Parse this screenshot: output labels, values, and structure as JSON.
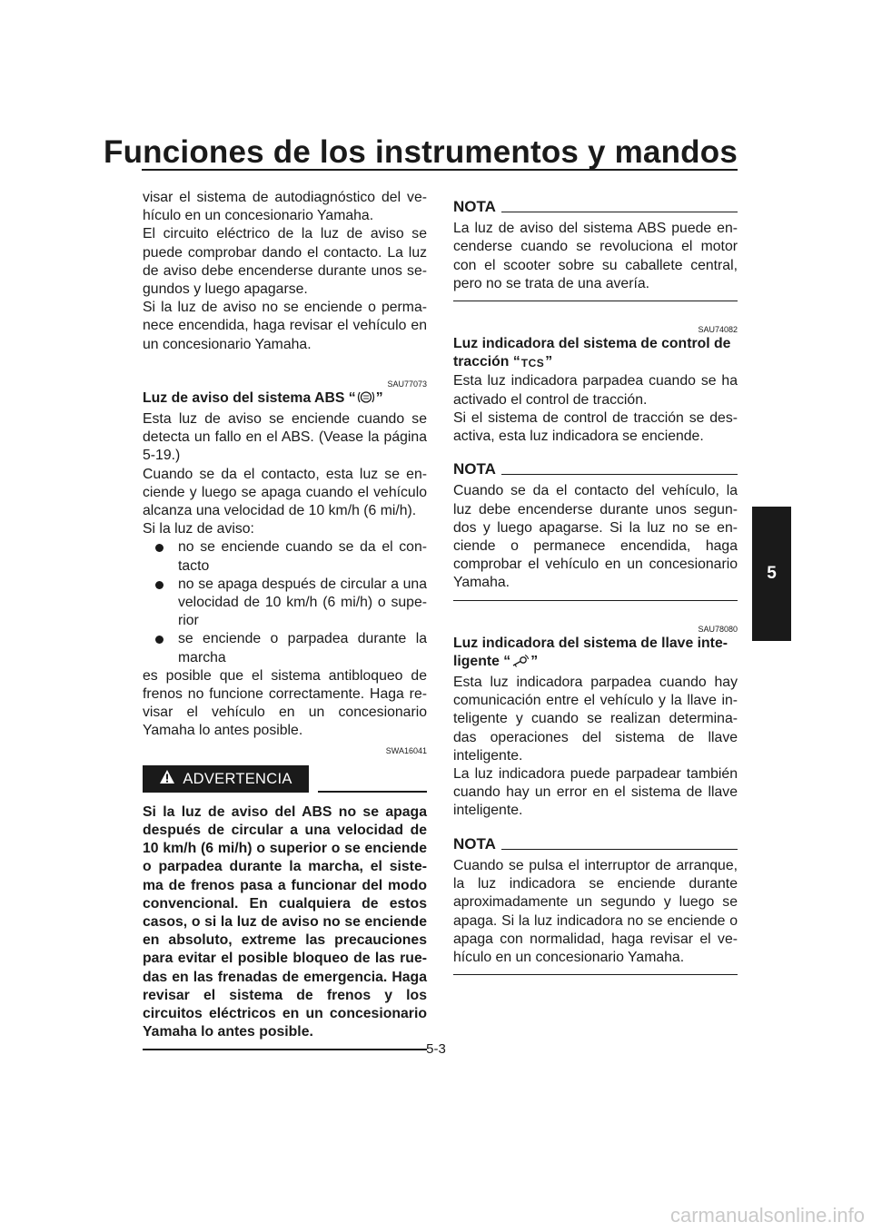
{
  "header": {
    "title": "Funciones de los instrumentos y mandos"
  },
  "chapter_tab": "5",
  "left": {
    "intro_p1": "visar el sistema de autodiagnóstico del ve-hículo en un concesionario Yamaha.",
    "intro_p2": "El circuito eléctrico de la luz de aviso se puede comprobar dando el contacto. La luz de aviso debe encenderse durante unos se-gundos y luego apagarse.",
    "intro_p3": "Si la luz de aviso no se enciende o perma-nece encendida, haga revisar el vehículo en un concesionario Yamaha.",
    "abs_code": "SAU77073",
    "abs_heading_pre": "Luz de aviso del sistema ABS “",
    "abs_heading_post": "”",
    "abs_p1": "Esta luz de aviso se enciende cuando se detecta un fallo en el ABS. (Vease la página 5-19.)",
    "abs_p2": "Cuando se da el contacto, esta luz se en-ciende y luego se apaga cuando el vehículo alcanza una velocidad de 10 km/h (6 mi/h).",
    "abs_p3": "Si la luz de aviso:",
    "abs_bullets": [
      "no se enciende cuando se da el con-tacto",
      "no se apaga después de circular a una velocidad de 10 km/h (6 mi/h) o supe-rior",
      "se enciende o parpadea durante la marcha"
    ],
    "abs_p4": "es posible que el sistema antibloqueo de frenos no funcione correctamente. Haga re-visar el vehículo en un concesionario Yamaha lo antes posible.",
    "warn_code": "SWA16041",
    "warn_label": "ADVERTENCIA",
    "warn_text": "Si la luz de aviso del ABS no se apaga después de circular a una velocidad de 10 km/h (6 mi/h) o superior o se enciende o parpadea durante la marcha, el siste-ma de frenos pasa a funcionar del modo convencional. En cualquiera de estos casos, o si la luz de aviso no se enciende en absoluto, extreme las precauciones para evitar el posible bloqueo de las rue-das en las frenadas de emergencia. Haga revisar el sistema de frenos y los circuitos eléctricos en un concesionario Yamaha lo antes posible."
  },
  "right": {
    "nota_label": "NOTA",
    "nota1": "La luz de aviso del sistema ABS puede en-cenderse cuando se revoluciona el motor con el scooter sobre su caballete central, pero no se trata de una avería.",
    "tcs_code": "SAU74082",
    "tcs_heading_pre": "Luz indicadora del sistema de control de tracción “",
    "tcs_icon": "TCS",
    "tcs_heading_post": "”",
    "tcs_p1": "Esta luz indicadora parpadea cuando se ha activado el control de tracción.",
    "tcs_p2": "Si el sistema de control de tracción se des-activa, esta luz indicadora se enciende.",
    "nota2": "Cuando se da el contacto del vehículo, la luz debe encenderse durante unos segun-dos y luego apagarse. Si la luz no se en-ciende o permanece encendida, haga comprobar el vehículo en un concesionario Yamaha.",
    "key_code": "SAU78080",
    "key_heading_pre": "Luz indicadora del sistema de llave inte-ligente “",
    "key_heading_post": "”",
    "key_p1": "Esta luz indicadora parpadea cuando hay comunicación entre el vehículo y la llave in-teligente y cuando se realizan determina-das operaciones del sistema de llave inteligente.",
    "key_p2": "La luz indicadora puede parpadear también cuando hay un error en el sistema de llave inteligente.",
    "nota3": "Cuando se pulsa el interruptor de arranque, la luz indicadora se enciende durante aproximadamente un segundo y luego se apaga. Si la luz indicadora no se enciende o apaga con normalidad, haga revisar el ve-hículo en un concesionario Yamaha."
  },
  "footer": {
    "page": "5-3",
    "watermark": "carmanualsonline.info"
  },
  "icons": {
    "abs": "abs-warning-icon",
    "warning": "warning-triangle-icon",
    "key": "smart-key-icon"
  }
}
